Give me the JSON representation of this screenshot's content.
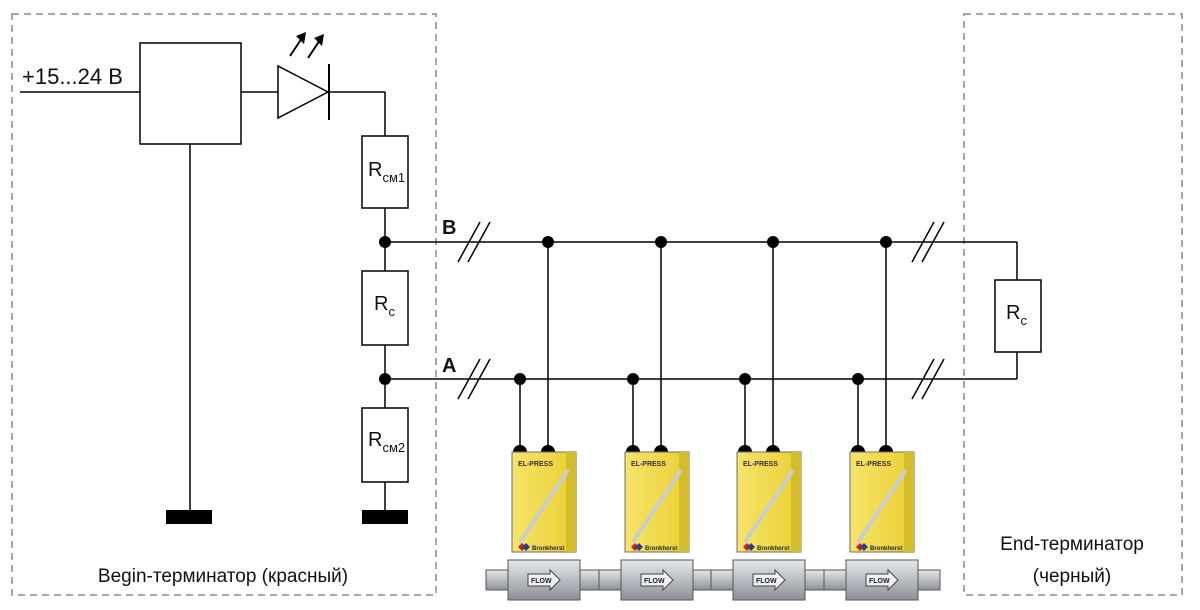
{
  "supply_label": "+15...24 В",
  "resistors": {
    "rcm1": {
      "main": "R",
      "sub": "см1"
    },
    "rc_begin": {
      "main": "R",
      "sub": "с"
    },
    "rcm2": {
      "main": "R",
      "sub": "см2"
    },
    "rc_end": {
      "main": "R",
      "sub": "с"
    }
  },
  "bus": {
    "line_b": "B",
    "line_a": "A"
  },
  "terminators": {
    "begin": "Begin-терминатор (красный)",
    "end_line1": "End-терминатор",
    "end_line2": "(черный)"
  },
  "device": {
    "brand": "EL-PRESS",
    "maker": "Bronkhorst",
    "flow": "FLOW",
    "count": 4
  },
  "colors": {
    "device_yellow": "#f2dc4a",
    "device_steel": "#c9ccd0",
    "logo_red": "#c8202a",
    "logo_blue": "#2a3f8f"
  }
}
